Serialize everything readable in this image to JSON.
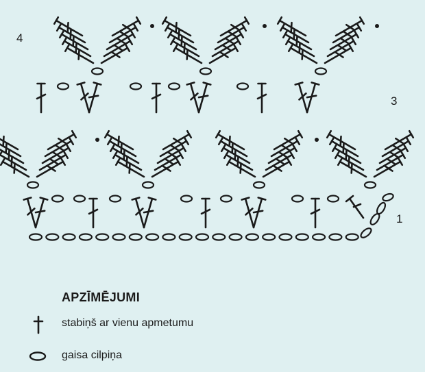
{
  "row_numbers": {
    "row_4": "4",
    "row_3": "3",
    "row_1": "1"
  },
  "legend": {
    "title": "APZĪMĒJUMI",
    "items": [
      {
        "icon": "double-crochet-symbol",
        "label": "stabiņš ar vienu apmetumu"
      },
      {
        "icon": "chain-stitch-symbol",
        "label": "gaisa cilpiņa"
      }
    ]
  },
  "colors": {
    "background": "#dff0f1",
    "ink": "#1a1a1a"
  }
}
